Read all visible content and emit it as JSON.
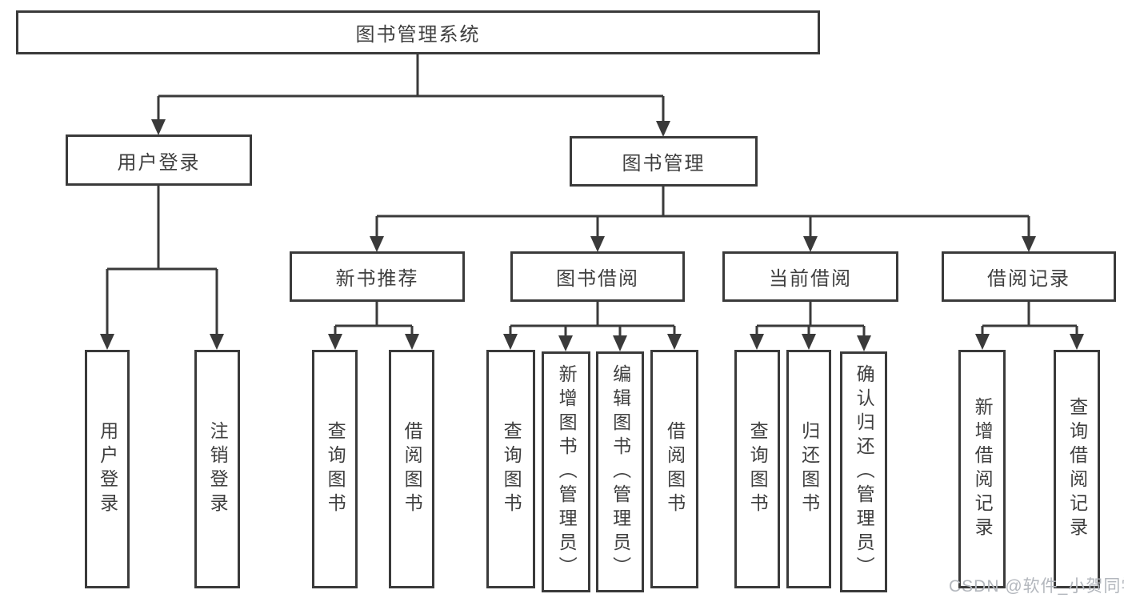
{
  "nodes": {
    "root": "图书管理系统",
    "level1": [
      "用户登录",
      "图书管理"
    ],
    "level2": [
      "新书推荐",
      "图书借阅",
      "当前借阅",
      "借阅记录"
    ],
    "leaves": {
      "user_login": [
        "用户登录",
        "注销登录"
      ],
      "new_book": [
        "查询图书",
        "借阅图书"
      ],
      "book_borrow": [
        "查询图书",
        "新增图书（管理员）",
        "编辑图书（管理员）",
        "借阅图书"
      ],
      "current_borrow": [
        "查询图书",
        "归还图书",
        "确认归还（管理员）"
      ],
      "borrow_record": [
        "新增借阅记录",
        "查询借阅记录"
      ]
    }
  },
  "watermark": {
    "text": "CSDN @软件_小贺同学",
    "color": "#b3b7bd"
  },
  "colors": {
    "background": "#ffffff",
    "line": "#3a3a3a",
    "box_border": "#3a3a3a",
    "text": "#3f3f3f"
  }
}
